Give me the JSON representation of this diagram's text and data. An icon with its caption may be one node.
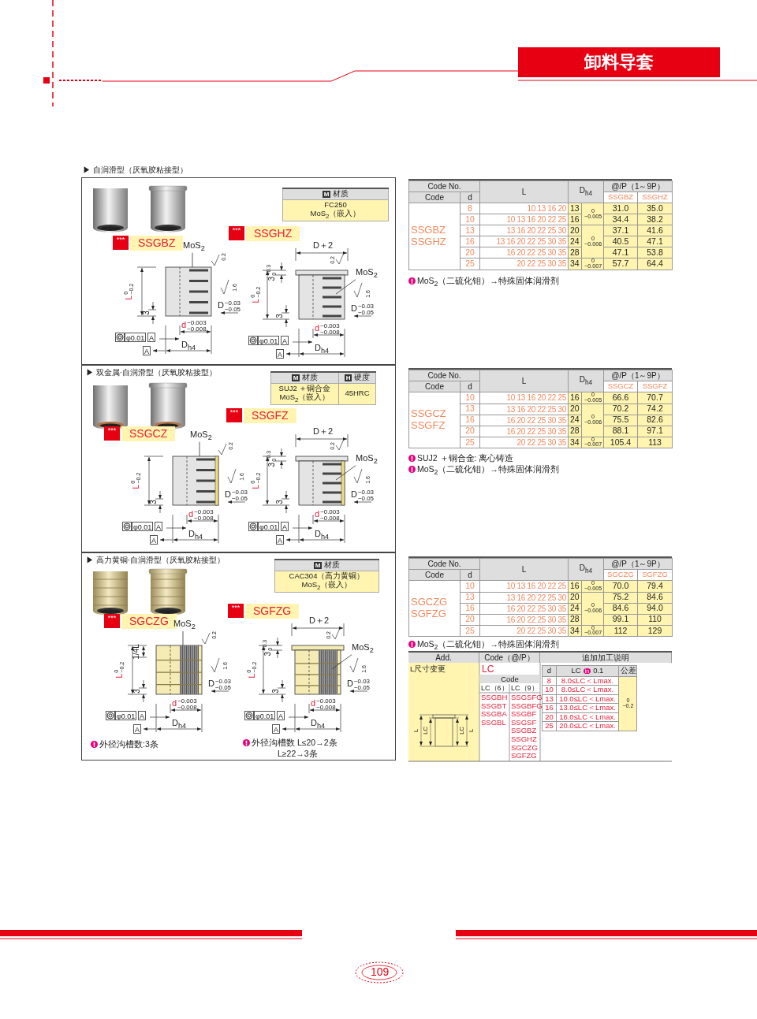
{
  "diagram": {
    "title": "卸料导套",
    "nodes": [
      {
        "text": [
          "▶ 自润滑型（厌氧胶粘接型）"
        ]
      },
      {
        "text": [
          "▶ 双金属·自润滑型（厌氧胶粘接型）"
        ]
      },
      {
        "text": [
          "▶ 高力黄铜·自润滑型（厌氧胶粘接型）"
        ]
      },
      {
        "text": [
          "MoS$_{2}$"
        ],
        "in": 0
      },
      {
        "text": [
          "MoS$_{2}$"
        ],
        "in": 0
      },
      {
        "text": [
          "MoS$_{2}$"
        ],
        "in": 1
      },
      {
        "text": [
          "MoS$_{2}$"
        ],
        "in": 1
      },
      {
        "text": [
          "MoS$_{2}$"
        ],
        "in": 2
      },
      {
        "text": [
          "MoS$_{2}$"
        ],
        "in": 2
      },
      {
        "text": [],
        "shape": "picture",
        "in": 0
      },
      {
        "text": [],
        "shape": "picture",
        "in": 0
      },
      {
        "text": [],
        "shape": "picture",
        "in": 1
      },
      {
        "text": [],
        "shape": "picture",
        "in": 1
      },
      {
        "text": [],
        "shape": "picture",
        "in": 2
      },
      {
        "text": [],
        "shape": "picture",
        "in": 2
      }
    ],
    "edges": [
      {
        "from": 3,
        "to": 9,
        "arrow": "none"
      },
      {
        "from": 4,
        "to": 10,
        "arrow": "none"
      },
      {
        "from": 5,
        "to": 11,
        "arrow": "none"
      },
      {
        "from": 6,
        "to": 12,
        "arrow": "none"
      },
      {
        "from": 7,
        "to": 13,
        "arrow": "none"
      },
      {
        "from": 8,
        "to": 14,
        "arrow": "none"
      }
    ],
    "labels": [
      "M",
      "材质",
      "FC250",
      "MoS$_{2}$（嵌入）",
      "***",
      "SSGBZ",
      "***",
      "SSGHZ",
      "0.2",
      "1.6",
      "L$^{0}$$_{−0.2}$",
      "3",
      "D$^{−0.03}$$_{−0.05}$",
      "d$^{−0.003}$$_{−0.008}$",
      "φ0.01",
      "A",
      "A",
      "D$_{h4}$",
      "D＋2",
      "0.2",
      "3$^{+0.3}$$_{0}$",
      "1.6",
      "L$^{0}$$_{−0.2}$",
      "3",
      "D$^{−0.03}$$_{−0.05}$",
      "d$^{−0.003}$$_{−0.008}$",
      "φ0.01",
      "A",
      "A",
      "D$_{h4}$",
      "M",
      "材质",
      "H",
      "硬度",
      "SUJ2 ＋铜合金",
      "MoS$_{2}$（嵌入）",
      "45HRC",
      "***",
      "SSGCZ",
      "***",
      "SSGFZ",
      "0.2",
      "1.6",
      "L$^{0}$$_{−0.2}$",
      "3",
      "D$^{−0.03}$$_{−0.05}$",
      "d$^{−0.003}$$_{−0.008}$",
      "φ0.01",
      "A",
      "A",
      "D$_{h4}$",
      "D＋2",
      "0.2",
      "3$^{+0.3}$$_{0}$",
      "1.6",
      "L$^{0}$$_{−0.2}$",
      "3",
      "D$^{−0.03}$$_{−0.05}$",
      "d$^{−0.003}$$_{−0.008}$",
      "φ0.01",
      "A",
      "A",
      "D$_{h4}$",
      "M",
      "材质",
      "CAC304（高力黄铜）",
      "MoS$_{2}$（嵌入）",
      "***",
      "SGCZG",
      "***",
      "SGFZG",
      "0.2",
      "1/4L",
      "1.6",
      "L$^{0}$$_{−0.2}$",
      "3",
      "D$^{−0.03}$$_{−0.05}$",
      "d$^{−0.003}$$_{−0.008}$",
      "φ0.01",
      "A",
      "A",
      "D$_{h4}$",
      "D＋2",
      "0.2",
      "3$^{+0.3}$$_{0}$",
      "1.6",
      "L$^{0}$$_{−0.2}$",
      "3",
      "D$^{−0.03}$$_{−0.05}$",
      "d$^{−0.003}$$_{−0.008}$",
      "φ0.01",
      "A",
      "A",
      "D$_{h4}$",
      "外径沟槽数:3条",
      "外径沟槽数 L≤20→2条",
      "L≥22→3条",
      "Code No.",
      "L",
      "D$_{h4}$",
      "@/P（1～9P）",
      "Code",
      "d",
      "SSGBZ",
      "SSGHZ",
      "SSGBZ SSGHZ",
      "8",
      "10 13 16 20",
      "13",
      "$^{0}$$_{−0.005}$",
      "31.0",
      "35.0",
      "10",
      "10 13 16 20 22 25",
      "16",
      "34.4",
      "38.2",
      "13",
      "13 16 20 22 25 30",
      "20",
      "$^{0}$$_{−0.006}$",
      "37.1",
      "41.6",
      "16",
      "13 16 20 22 25 30 35",
      "24",
      "40.5",
      "47.1",
      "20",
      "16 20 22 25 30 35",
      "28",
      "47.1",
      "53.8",
      "25",
      "20 22 25 30 35",
      "34",
      "$^{0}$$_{−0.007}$",
      "57.7",
      "64.4",
      "MoS$_{2}$（二硫化钼）→特殊固体润滑剂",
      "Code No.",
      "L",
      "D$_{h4}$",
      "@/P（1～9P）",
      "Code",
      "d",
      "SSGCZ",
      "SSGFZ",
      "SSGCZ SSGFZ",
      "10",
      "10 13 16 20 22 25",
      "16",
      "$^{0}$$_{−0.005}$",
      "66.6",
      "70.7",
      "13",
      "13 16 20 22 25 30",
      "20",
      "$^{0}$$_{−0.006}$",
      "70.2",
      "74.2",
      "16",
      "16 20 22 25 30 35",
      "24",
      "75.5",
      "82.6",
      "20",
      "16 20 22 25 30 35",
      "28",
      "88.1",
      "97.1",
      "25",
      "20 22 25 30 35",
      "34",
      "$^{0}$$_{−0.007}$",
      "105.4",
      "113",
      "SUJ2 ＋铜合金: 离心铸造",
      "MoS$_{2}$（二硫化钼）→特殊固体润滑剂",
      "Code No.",
      "L",
      "D$_{h4}$",
      "@/P（1～9P）",
      "Code",
      "d",
      "SGCZG",
      "SGFZG",
      "SGCZG SGFZG",
      "10",
      "10 13 16 20 22 25",
      "16",
      "$^{0}$$_{−0.005}$",
      "70.0",
      "79.4",
      "13",
      "13 16 20 22 25 30",
      "20",
      "$^{0}$$_{−0.006}$",
      "75.2",
      "84.6",
      "16",
      "16 20 22 25 30 35",
      "24",
      "84.6",
      "94.0",
      "20",
      "16 20 22 25 30 35",
      "28",
      "99.1",
      "110",
      "25",
      "20 22 25 30 35",
      "34",
      "$^{0}$$_{−0.007}$",
      "112",
      "129",
      "MoS$_{2}$（二硫化钼）→特殊固体润滑剂",
      "Add.",
      "Code（@/P）",
      "追加加工说明",
      "L尺寸变更",
      "L",
      "LC",
      "LC",
      "L",
      "LC",
      "Code",
      "LC（6）",
      "LC（9）",
      "SSGBH",
      "SSGBT",
      "SSGBA",
      "SSGBL",
      "SSGSFG",
      "SSGBFG",
      "SSGBF",
      "SSGSF",
      "SSGBZ",
      "SSGHZ",
      "SGCZG",
      "SGFZG",
      "d",
      "LC",
      "in",
      "0.1",
      "公差",
      "8",
      "8.0≤LC＜Lmax.",
      "$^{0}$$_{−0.2}$",
      "10",
      "8.0≤LC＜Lmax.",
      "13",
      "10.0≤LC＜Lmax.",
      "16",
      "13.0≤LC＜Lmax.",
      "20",
      "16.0≤LC＜Lmax.",
      "25",
      "20.0≤LC＜Lmax.",
      "109"
    ]
  }
}
